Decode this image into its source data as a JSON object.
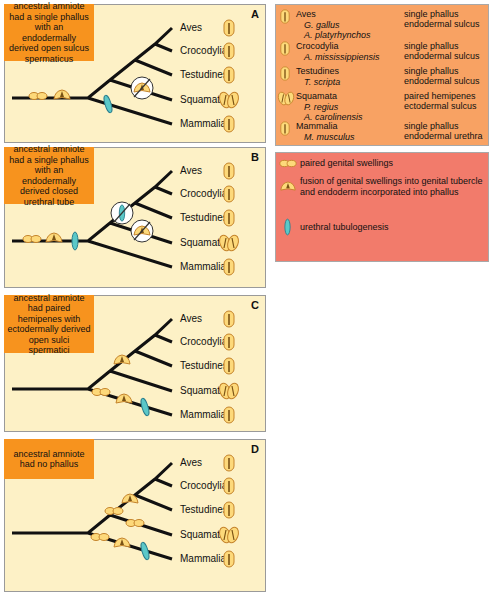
{
  "diagram": {
    "nodes": [
      {
        "text": [
          "A"
        ]
      },
      {
        "text": [
          "ancestral amniote had a single phallus with an endodermally derived open sulcus spermaticus"
        ],
        "in": 0
      },
      {
        "text": [
          "B"
        ]
      },
      {
        "text": [
          "ancestral amniote had a single phallus with an endodermally derived closed urethral tube"
        ],
        "in": 2
      },
      {
        "text": [
          "C"
        ]
      },
      {
        "text": [
          "ancestral amniote had paired hemipenes with ectodermally derived open sulci spermatici"
        ],
        "in": 4
      },
      {
        "text": [
          "D"
        ]
      },
      {
        "text": [
          "ancestral amniote had no phallus"
        ],
        "in": 6
      },
      {
        "text": [
          "Aves",
          "G. gallus",
          "A. platyrhynchos",
          "single phallus endodermal sulcus",
          "Crocodylia",
          "A. mississippiensis",
          "single phallus endodermal sulcus",
          "Testudines",
          "T. scripta",
          "single phallus endodermal sulcus",
          "Squamata",
          "P. regius",
          "A. carolinensis",
          "paired hemipenes ectodermal sulcus",
          "Mammalia",
          "M. musculus",
          "single phallus endodermal urethra"
        ]
      }
    ],
    "labels": [
      "Aves",
      "Crocodylia",
      "Testudines",
      "Squamata",
      "Mammalia",
      "Aves",
      "Crocodylia",
      "Testudines",
      "Squamata",
      "Mammalia",
      "Aves",
      "Crocodylia",
      "Testudines",
      "Squamata",
      "Mammalia",
      "Aves",
      "Crocodylia",
      "Testudines",
      "Squamata",
      "Mammalia"
    ],
    "legend": [
      {
        "text": "paired genital swellings"
      },
      {
        "text": "fusion of genital swellings into genital tubercle and endoderm incorporated into phallus"
      },
      {
        "text": "urethral tubulogenesis"
      }
    ]
  }
}
